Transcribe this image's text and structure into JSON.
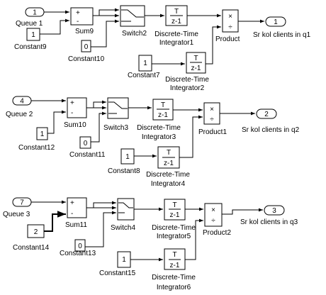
{
  "blocks": {
    "queue1": {
      "value": "1",
      "label": "Queue 1"
    },
    "queue2": {
      "value": "4",
      "label": "Queue 2"
    },
    "queue3": {
      "value": "7",
      "label": "Queue 3"
    },
    "out1": {
      "value": "1",
      "label": "Sr kol clients in q1"
    },
    "out2": {
      "value": "2",
      "label": "Sr kol clients in q2"
    },
    "out3": {
      "value": "3",
      "label": "Sr kol clients in q3"
    },
    "constant9": {
      "value": "1",
      "label": "Constant9"
    },
    "constant10": {
      "value": "0",
      "label": "Constant10"
    },
    "constant7": {
      "value": "1",
      "label": "Constant7"
    },
    "constant12": {
      "value": "1",
      "label": "Constant12"
    },
    "constant11": {
      "value": "0",
      "label": "Constant11"
    },
    "constant8": {
      "value": "1",
      "label": "Constant8"
    },
    "constant14": {
      "value": "2",
      "label": "Constant14"
    },
    "constant13": {
      "value": "0",
      "label": "Constant13"
    },
    "constant15": {
      "value": "1",
      "label": "Constant15"
    },
    "sum9": {
      "label": "Sum9",
      "plus": "+",
      "minus": "-"
    },
    "sum10": {
      "label": "Sum10",
      "plus": "+",
      "minus": "-"
    },
    "sum11": {
      "label": "Sum11",
      "plus": "+",
      "minus": "-"
    },
    "switch2": {
      "label": "Switch2"
    },
    "switch3": {
      "label": "Switch3"
    },
    "switch4": {
      "label": "Switch4"
    },
    "integrator1": {
      "num": "T",
      "den": "z-1",
      "label1": "Discrete-Time",
      "label2": "Integrator1"
    },
    "integrator2": {
      "num": "T",
      "den": "z-1",
      "label1": "Discrete-Time",
      "label2": "Integrator2"
    },
    "integrator3": {
      "num": "T",
      "den": "z-1",
      "label1": "Discrete-Time",
      "label2": "Integrator3"
    },
    "integrator4": {
      "num": "T",
      "den": "z-1",
      "label1": "Discrete-Time",
      "label2": "Integrator4"
    },
    "integrator5": {
      "num": "T",
      "den": "z-1",
      "label1": "Discrete-Time",
      "label2": "Integrator5"
    },
    "integrator6": {
      "num": "T",
      "den": "z-1",
      "label1": "Discrete-Time",
      "label2": "Integrator6"
    },
    "product": {
      "mul": "×",
      "div": "÷",
      "label": "Product"
    },
    "product1": {
      "mul": "×",
      "div": "÷",
      "label": "Product1"
    },
    "product2": {
      "mul": "×",
      "div": "÷",
      "label": "Product2"
    }
  }
}
